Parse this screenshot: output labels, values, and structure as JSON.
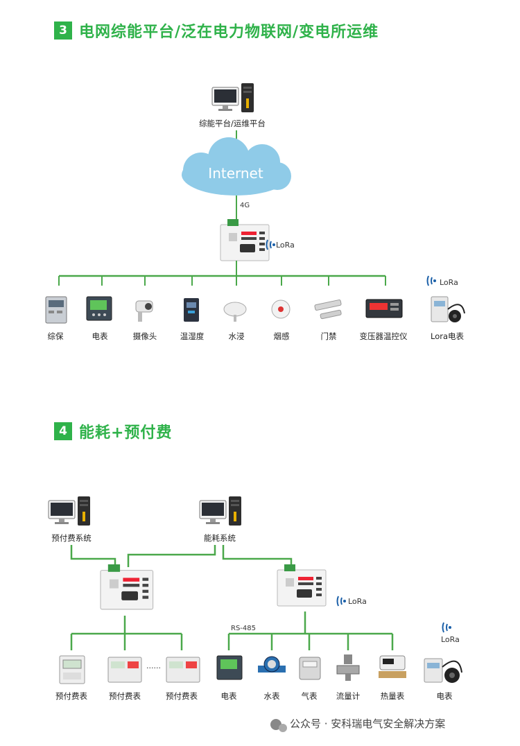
{
  "section3": {
    "num": "3",
    "title": "电网综能平台/泛在电力物联网/变电所运维",
    "platform_label": "综能平台/运维平台",
    "cloud_label": "Internet",
    "link_label": "4G",
    "gateway_lora": "LoRa",
    "lora_meter_tag": "LoRa",
    "devices": [
      "综保",
      "电表",
      "摄像头",
      "温湿度",
      "水浸",
      "烟感",
      "门禁",
      "变压器温控仪"
    ],
    "lora_meter_label": "Lora电表"
  },
  "section4": {
    "num": "4",
    "title": "能耗+预付费",
    "prepay_system": "预付费系统",
    "energy_system": "能耗系统",
    "gateway_lora": "LoRa",
    "rs485": "RS-485",
    "dots": "......",
    "left_devices": [
      "预付费表",
      "预付费表",
      "预付费表"
    ],
    "right_devices": [
      "电表",
      "水表",
      "气表",
      "流量计",
      "热量表"
    ],
    "lora_meter_tag": "LoRa",
    "lora_meter_label": "电表"
  },
  "footer": {
    "text": "公众号 · 安科瑞电气安全解决方案"
  },
  "colors": {
    "accent": "#2fb24a",
    "line": "#4aa84a",
    "cloud": "#8fcbe8",
    "lora": "#1a5fa8"
  }
}
